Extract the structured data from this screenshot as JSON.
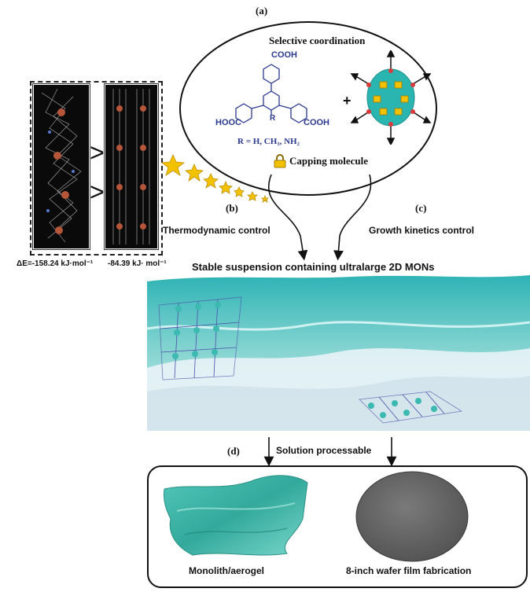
{
  "labels": {
    "a": "(a)",
    "b": "(b)",
    "c": "(c)",
    "d": "(d)"
  },
  "panel_a": {
    "title": "Selective coordination",
    "cooh_top": "COOH",
    "cooh_left": "HOOC",
    "cooh_right": "COOH",
    "r_label": "R",
    "plus": "+",
    "r_def": "R = H, CH₃, NH₂",
    "capping": "Capping molecule"
  },
  "panel_b": {
    "gt1": ">",
    "gt2": ">",
    "energy_left": "ΔE=-158.24 kJ·mol⁻¹",
    "energy_right": "-84.39 kJ· mol⁻¹",
    "control": "Thermodynamic control"
  },
  "panel_c": {
    "control": "Growth kinetics control"
  },
  "suspension": {
    "title": "Stable suspension containing ultralarge 2D MONs"
  },
  "panel_d": {
    "process": "Solution processable",
    "left_caption": "Monolith/aerogel",
    "right_caption": "8-inch wafer film fabrication"
  },
  "colors": {
    "blue_text": "#2b3a8f",
    "teal": "#2bb5b0",
    "star": "#f2c200",
    "wafer": "#6f6f6f"
  },
  "icons": [
    "lock-icon",
    "star-icon",
    "arrow-icon",
    "gt-icon"
  ]
}
